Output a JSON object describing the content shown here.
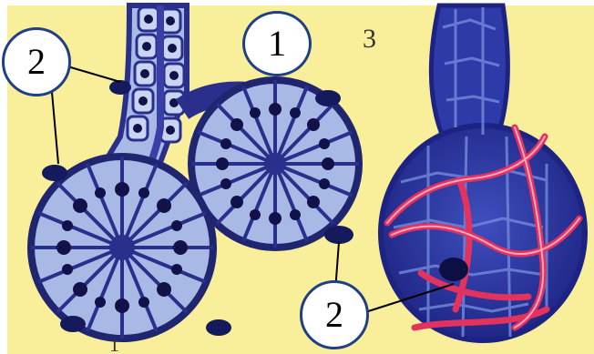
{
  "callouts": {
    "c2_top_left": "2",
    "c1_top": "1",
    "c2_bottom": "2"
  },
  "labels": {
    "panel_3": "3",
    "panel_1": "1"
  },
  "colors": {
    "background": "#f9ef9a",
    "cell_fill": "#a8b9e6",
    "cell_line": "#2a2f8c",
    "nucleus": "#11124a",
    "dark_vessel": "#3a3fa6",
    "capillary": "#e2325d",
    "callout_border": "#1f3f86"
  }
}
